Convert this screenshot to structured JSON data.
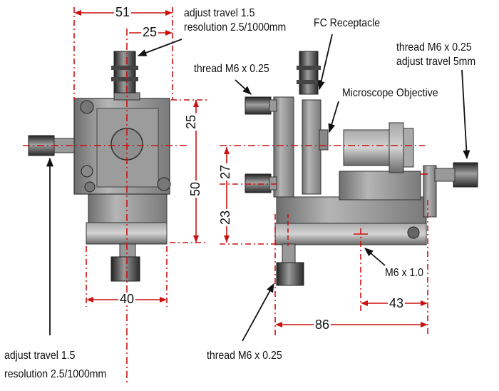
{
  "labels": {
    "adjust_travel_top": "adjust travel 1.5",
    "resolution_top": "resolution 2.5/1000mm",
    "fc_receptacle": "FC Receptacle",
    "thread_top_right": "thread M6 x 0.25",
    "adjust_travel_right": "adjust travel 5mm",
    "thread_left_mid": "thread M6 x 0.25",
    "microscope_objective": "Microscope Objective",
    "m6x1": "M6 x 1.0",
    "adjust_travel_bottom": "adjust travel 1.5",
    "resolution_bottom": "resolution 2.5/1000mm",
    "thread_bottom": "thread M6 x 0.25"
  },
  "dimensions": {
    "width_51": "51",
    "offset_25_top": "25",
    "height_25_right": "25",
    "height_50": "50",
    "width_40": "40",
    "height_27": "27",
    "height_23": "23",
    "length_86": "86",
    "length_43": "43"
  },
  "colors": {
    "dimension_line": "#cc1111",
    "part_body": "#8a8a8a",
    "part_dark": "#3a3a3a",
    "leader": "#111111"
  }
}
